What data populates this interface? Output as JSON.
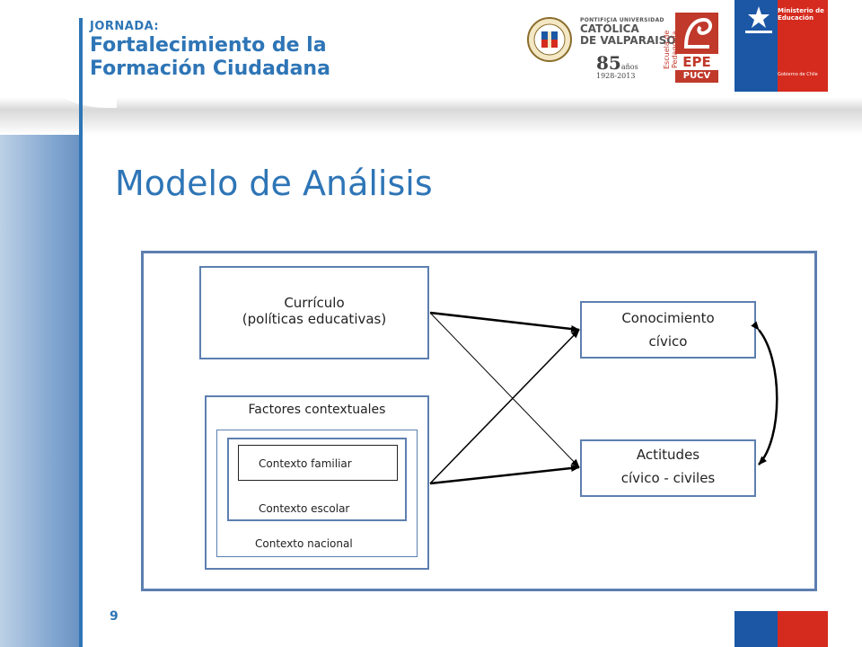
{
  "header": {
    "kicker": "JORNADA:",
    "title_line1": "Fortalecimiento de la",
    "title_line2": "Formación Ciudadana"
  },
  "logos": {
    "pucv_line1": "PONTIFICIA UNIVERSIDAD",
    "pucv_line2": "CATÓLICA",
    "pucv_line3": "DE VALPARAISO",
    "anniversary_num": "85",
    "anniversary_word": "años",
    "anniversary_years": "1928-2013",
    "epe_vertical": "Escuela de Pedagogía",
    "epe_acronym": "EPE",
    "epe_pucv": "PUCV",
    "ministry_line1": "Ministerio de",
    "ministry_line2": "Educación",
    "government": "Gobierno de Chile",
    "colors": {
      "blue": "#1b57a5",
      "red": "#d52b1e",
      "accent": "#2e75b6",
      "epe_red": "#c0392b"
    }
  },
  "slide": {
    "title": "Modelo de Análisis",
    "page_number": "9"
  },
  "diagram": {
    "curriculo_line1": "Currículo",
    "curriculo_line2": "(políticas educativas)",
    "factores": "Factores contextuales",
    "contexto_familiar": "Contexto familiar",
    "contexto_escolar": "Contexto escolar",
    "contexto_nacional": "Contexto nacional",
    "conocimiento_line1": "Conocimiento",
    "conocimiento_line2": "cívico",
    "actitudes_line1": "Actitudes",
    "actitudes_line2": "cívico - civiles"
  }
}
